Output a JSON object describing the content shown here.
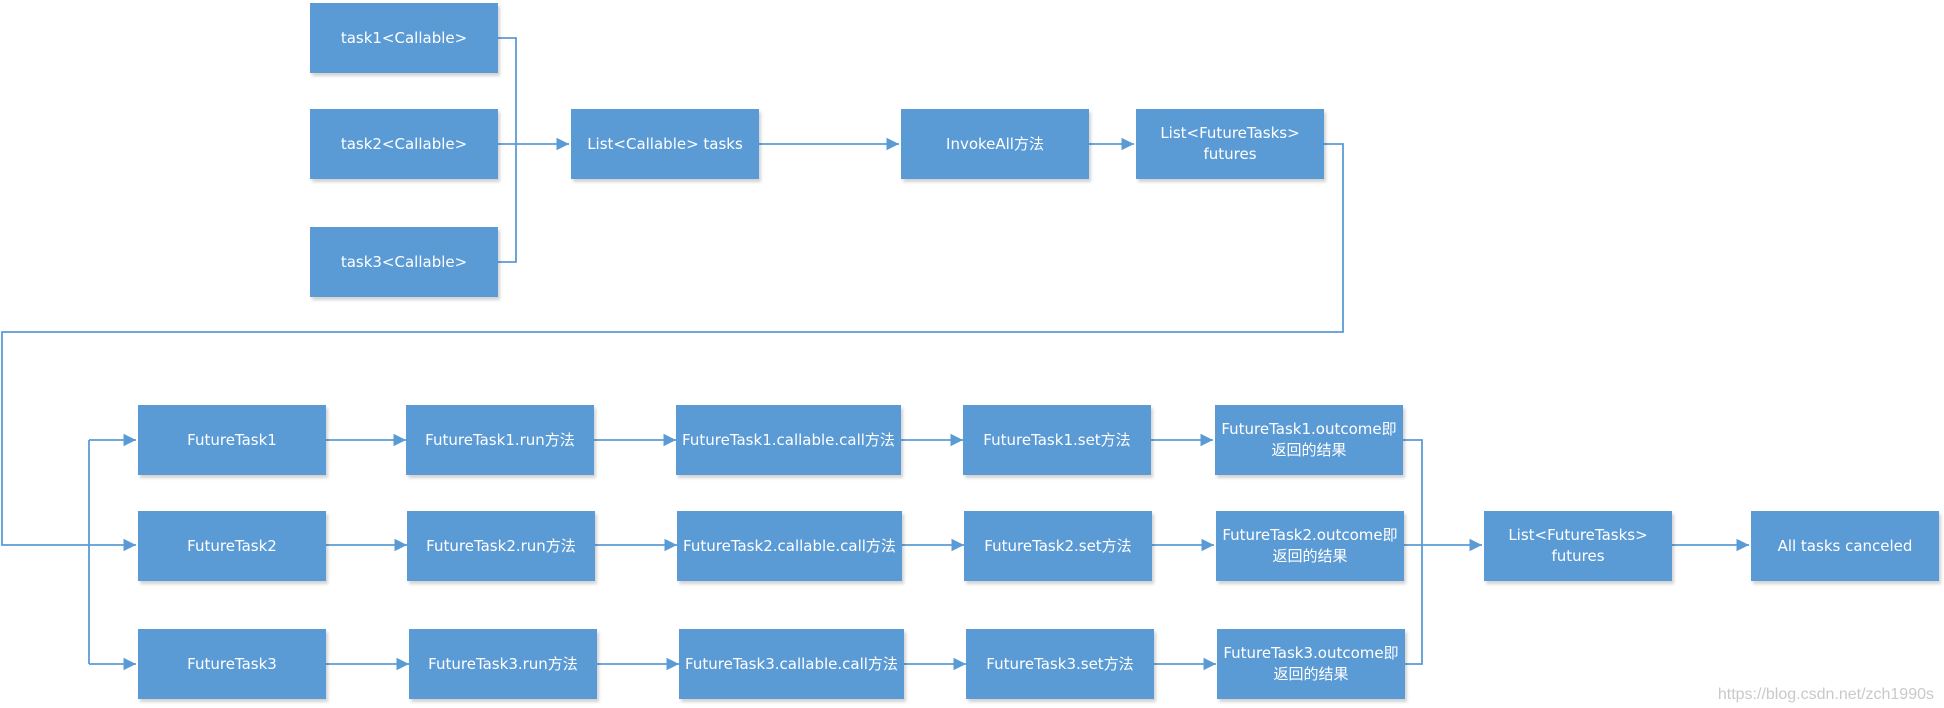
{
  "colors": {
    "box": "#5b9bd5",
    "text": "#ffffff",
    "line": "#5b9bd5"
  },
  "nodes": {
    "task1": "task1<Callable>",
    "task2": "task2<Callable>",
    "task3": "task3<Callable>",
    "list_tasks": "List<Callable> tasks",
    "invoke_all": "InvokeAll方法",
    "futures_top": "List<FutureTasks> futures",
    "ft1": "FutureTask1",
    "ft2": "FutureTask2",
    "ft3": "FutureTask3",
    "ft1_run": "FutureTask1.run方法",
    "ft2_run": "FutureTask2.run方法",
    "ft3_run": "FutureTask3.run方法",
    "ft1_call": "FutureTask1.callable.call方法",
    "ft2_call": "FutureTask2.callable.call方法",
    "ft3_call": "FutureTask3.callable.call方法",
    "ft1_set": "FutureTask1.set方法",
    "ft2_set": "FutureTask2.set方法",
    "ft3_set": "FutureTask3.set方法",
    "ft1_outcome": "FutureTask1.outcome即返回的结果",
    "ft2_outcome": "FutureTask2.outcome即返回的结果",
    "ft3_outcome": "FutureTask3.outcome即返回的结果",
    "futures_bottom": "List<FutureTasks> futures",
    "all_canceled": "All tasks canceled"
  },
  "watermark": "https://blog.csdn.net/zch1990s"
}
